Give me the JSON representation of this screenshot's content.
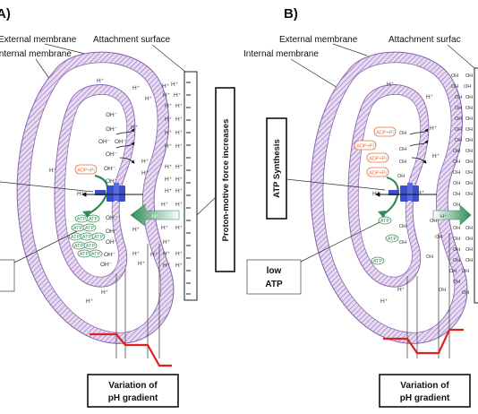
{
  "panel_a": {
    "letter": "A)",
    "external_membrane": "External membrane",
    "internal_membrane": "Internal membrane",
    "attachment_surface": "Attachment surface",
    "force_label": "Proton-motive force  increases",
    "variation_line1": "Variation of",
    "variation_line2": "pH gradient",
    "hplus": "H⁺",
    "oh": "OH⁻",
    "atp": "ATP",
    "adp_pi": "ADP+Pi"
  },
  "panel_b": {
    "letter": "B)",
    "external_membrane": "External membrane",
    "internal_membrane": "Internal membrane",
    "attachment_surface": "Attachment surfac",
    "atp_synthesis": "ATP Synthesis",
    "low_atp_line1": "low",
    "low_atp_line2": "ATP",
    "variation_line1": "Variation of",
    "variation_line2": "pH gradient",
    "hplus": "H⁺",
    "oh": "OH",
    "atp": "ATP",
    "adp_pi": "ADP+Pi"
  },
  "colors": {
    "membrane_fill": "#b89ad0",
    "membrane_stroke": "#8a63b0",
    "atp_green": "#3d8a57",
    "adp_orange": "#e07040",
    "synthase_blue": "#3a4fd0",
    "arrow_green": "#2e8b57",
    "ph_curve_red": "#e02020"
  }
}
